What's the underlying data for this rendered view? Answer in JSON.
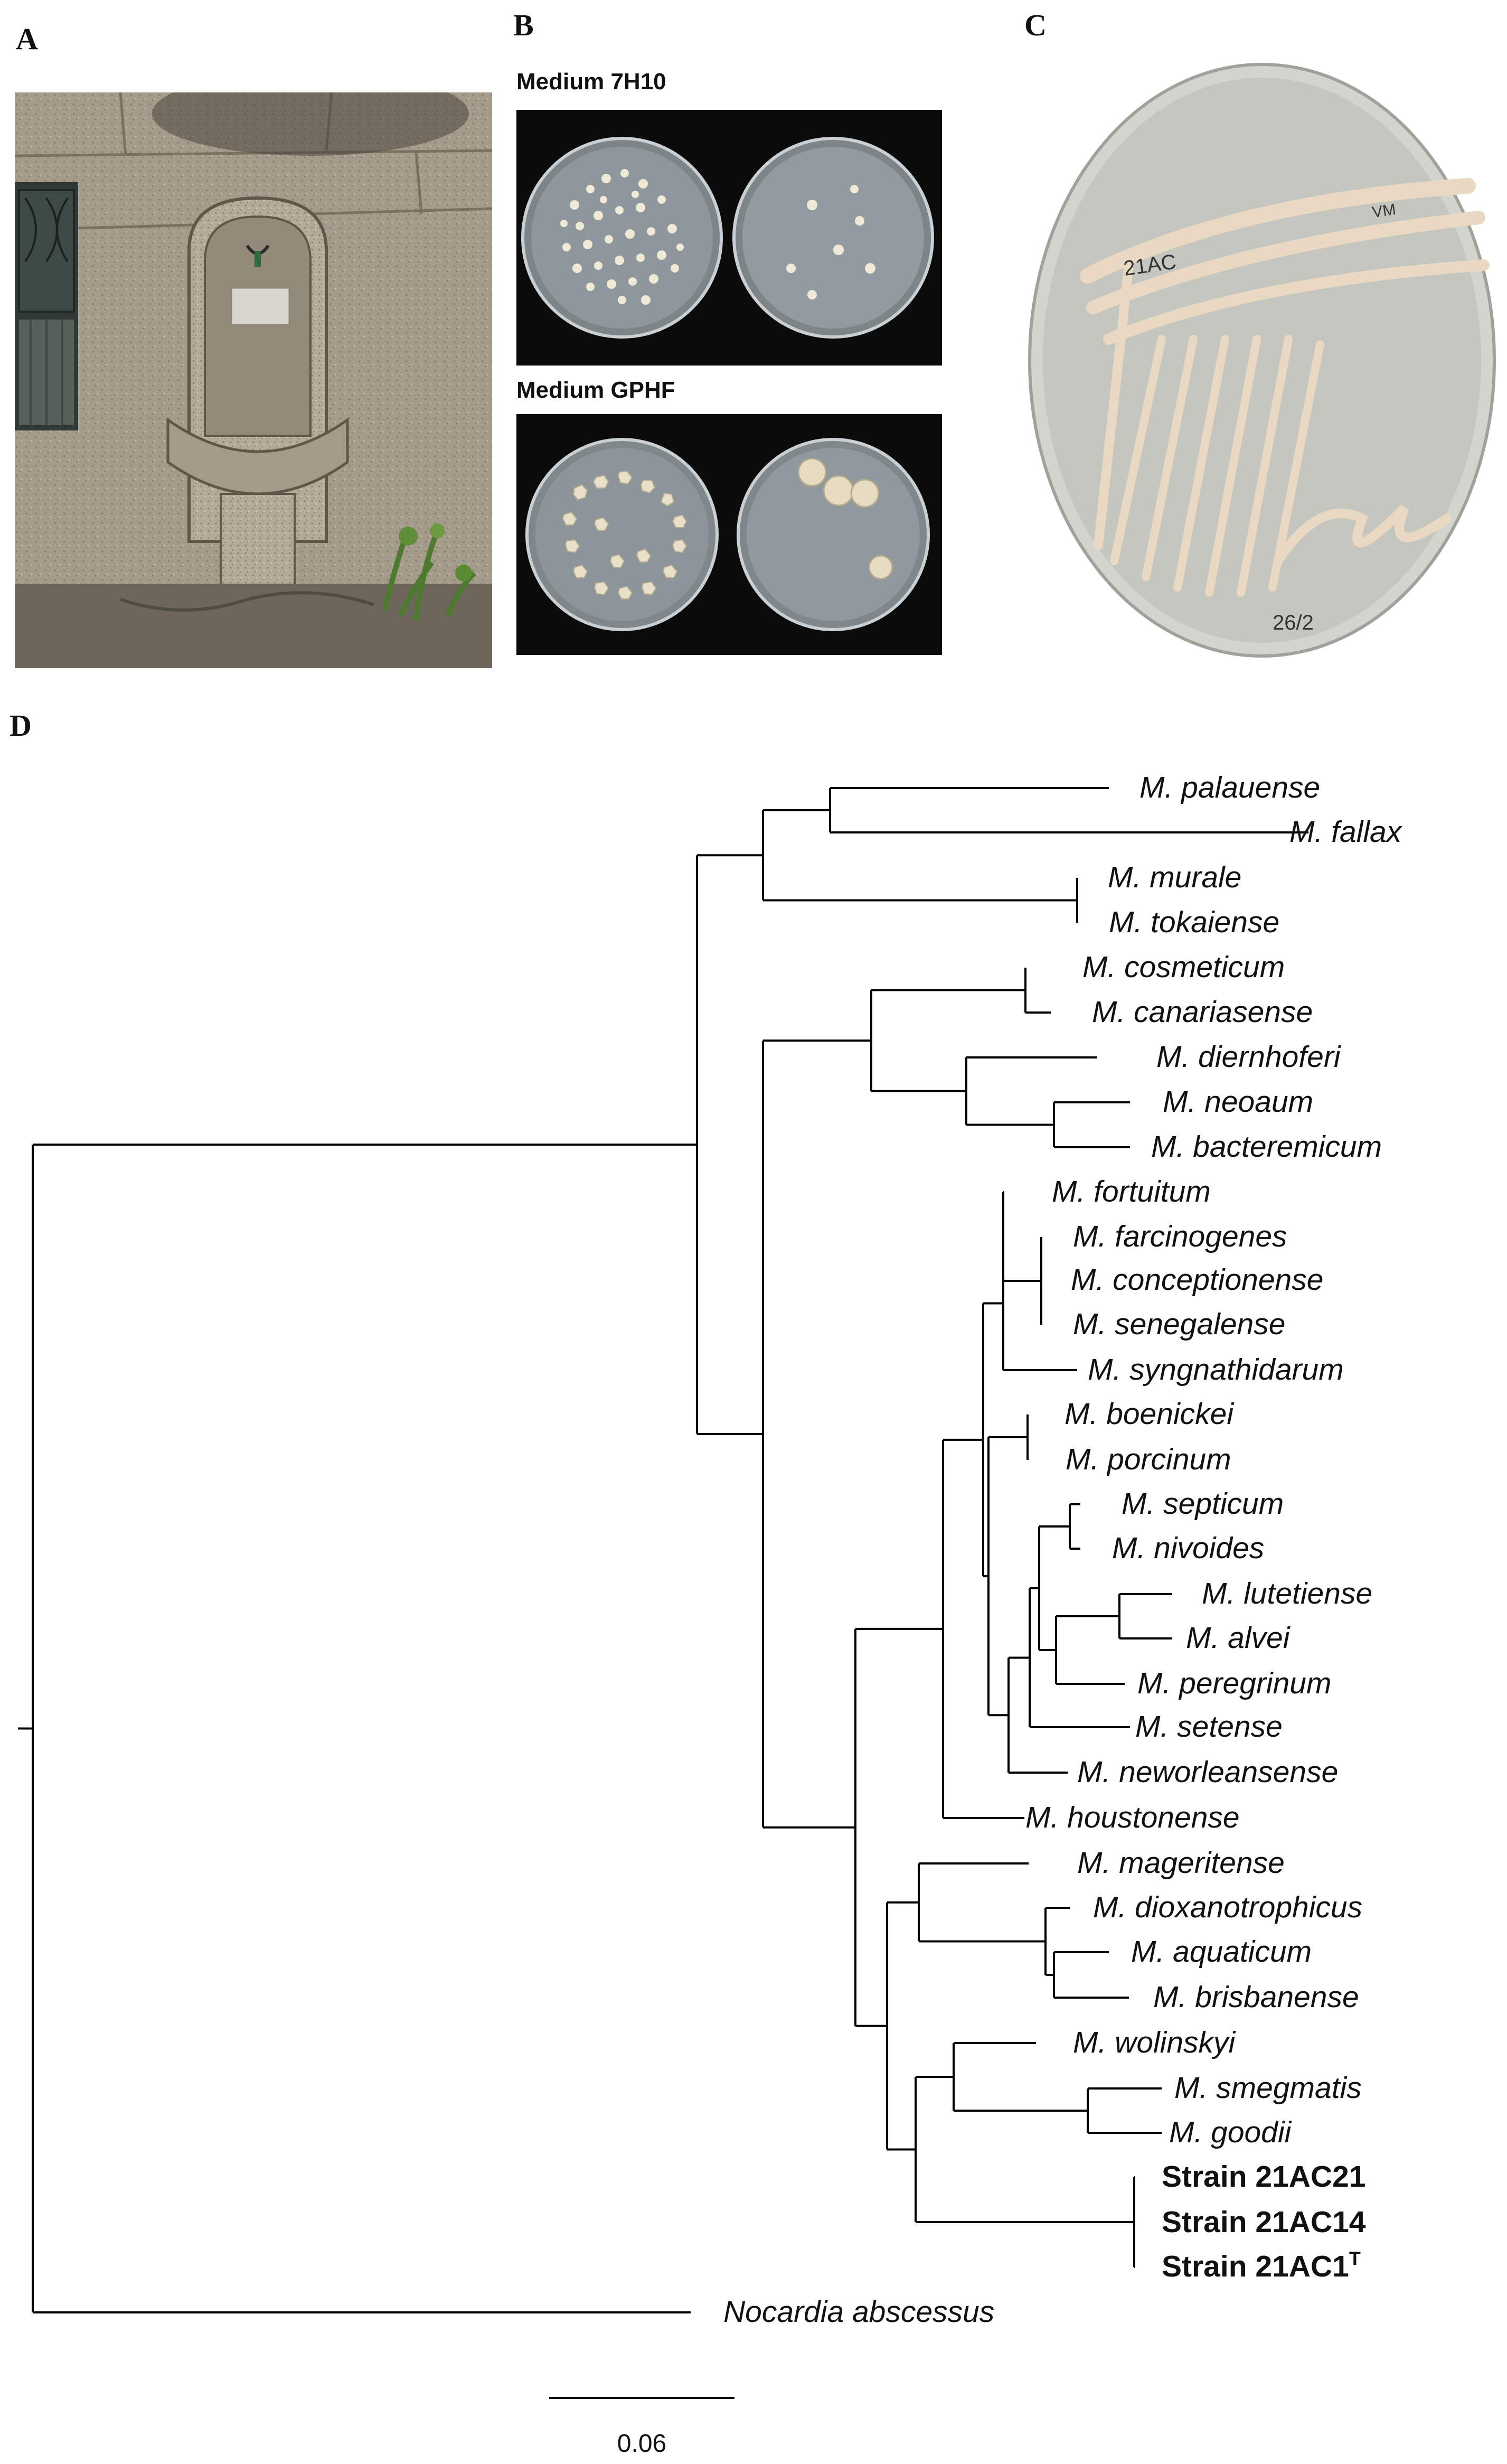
{
  "panels": {
    "a": "A",
    "b": "B",
    "c": "C",
    "d": "D"
  },
  "panel_b": {
    "top_label": "Medium 7H10",
    "bottom_label": "Medium GPHF"
  },
  "panel_c": {
    "plate_marks": [
      "21AC",
      "VM",
      "26/2"
    ]
  },
  "tree": {
    "taxa": [
      {
        "name": "M. palauense"
      },
      {
        "name": "M. fallax"
      },
      {
        "name": "M. murale"
      },
      {
        "name": "M. tokaiense"
      },
      {
        "name": "M. cosmeticum"
      },
      {
        "name": "M. canariasense"
      },
      {
        "name": "M. diernhoferi"
      },
      {
        "name": "M. neoaum"
      },
      {
        "name": "M. bacteremicum"
      },
      {
        "name": "M. fortuitum"
      },
      {
        "name": "M. farcinogenes"
      },
      {
        "name": "M. conceptionense"
      },
      {
        "name": "M. senegalense"
      },
      {
        "name": "M. syngnathidarum"
      },
      {
        "name": "M. boenickei"
      },
      {
        "name": "M. porcinum"
      },
      {
        "name": "M. septicum"
      },
      {
        "name": "M. nivoides"
      },
      {
        "name": "M. lutetiense"
      },
      {
        "name": "M. alvei"
      },
      {
        "name": "M. peregrinum"
      },
      {
        "name": "M. setense"
      },
      {
        "name": "M. neworleansense"
      },
      {
        "name": "M. houstonense"
      },
      {
        "name": "M. mageritense"
      },
      {
        "name": "M. dioxanotrophicus"
      },
      {
        "name": "M. aquaticum"
      },
      {
        "name": "M. brisbanense"
      },
      {
        "name": "M. wolinskyi"
      },
      {
        "name": "M. smegmatis"
      },
      {
        "name": "M. goodii"
      },
      {
        "name": "Strain 21AC21",
        "bold": true
      },
      {
        "name": "Strain 21AC14",
        "bold": true
      },
      {
        "name": "Strain 21AC1",
        "superscript": "T",
        "bold": true
      },
      {
        "name": "Nocardia abscessus"
      }
    ],
    "scale_bar": {
      "length": 0.06,
      "label": "0.06"
    }
  }
}
